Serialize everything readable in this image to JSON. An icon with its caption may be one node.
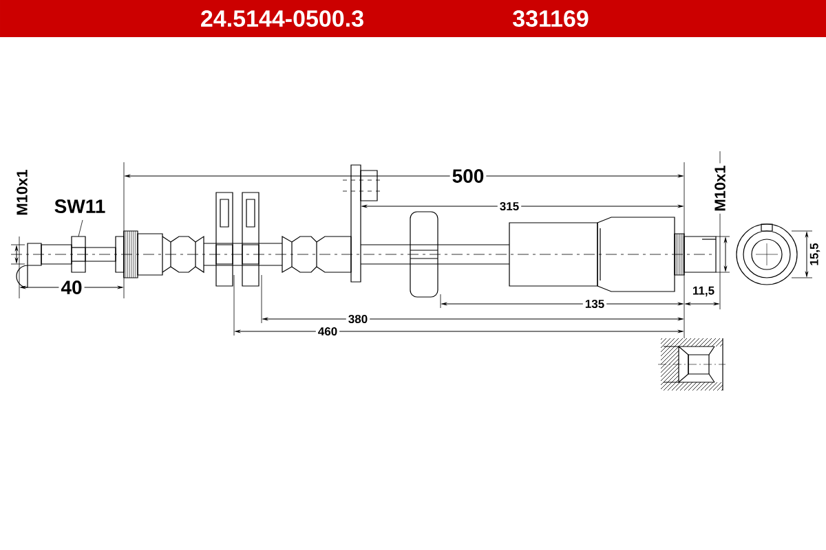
{
  "diagram": {
    "title": "24.5144-0500.3",
    "labels": [
      "331169",
      "500",
      "M10x1",
      "SW11",
      "315",
      "M10x1",
      "15,5",
      "40",
      "135",
      "11,5",
      "380",
      "460"
    ]
  }
}
